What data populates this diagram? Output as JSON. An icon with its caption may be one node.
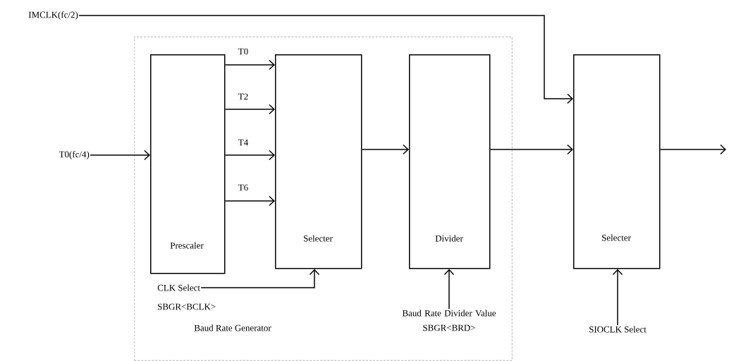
{
  "diagram": {
    "nodes": [
      {
        "text": [
          "Baud Rate Generator"
        ]
      },
      {
        "text": [
          "Prescaler"
        ],
        "in": 0
      },
      {
        "text": [
          "Selecter"
        ],
        "in": 0
      },
      {
        "text": [
          "Divider"
        ],
        "in": 0
      },
      {
        "text": [
          "Selecter"
        ]
      },
      {
        "text": [
          "IMCLK(fc/2)"
        ]
      },
      {
        "text": [
          "T0(fc/4)"
        ]
      },
      {
        "text": [
          "CLK Select"
        ],
        "beside": [
          "SBGR<BCLK>"
        ],
        "in": 0
      },
      {
        "text": [
          "Baud Rate Divider Value"
        ],
        "in": 0
      },
      {
        "text": [
          "SIOCLK Select"
        ]
      }
    ],
    "edges": [
      {
        "from": 5,
        "to": 4,
        "arrow": "to"
      },
      {
        "from": 6,
        "to": 1,
        "arrow": "to"
      },
      {
        "from": 1,
        "to": 2,
        "arrow": "to",
        "label": "T0"
      },
      {
        "from": 1,
        "to": 2,
        "arrow": "to",
        "label": "T2"
      },
      {
        "from": 1,
        "to": 2,
        "arrow": "to",
        "label": "T4"
      },
      {
        "from": 1,
        "to": 2,
        "arrow": "to",
        "label": "T6"
      },
      {
        "from": 2,
        "to": 3,
        "arrow": "to"
      },
      {
        "from": 3,
        "to": 4,
        "arrow": "to"
      },
      {
        "from": 4,
        "to": null,
        "arrow": "to"
      },
      {
        "from": 7,
        "to": 2,
        "arrow": "to"
      },
      {
        "from": 8,
        "to": 3,
        "arrow": "to"
      },
      {
        "from": 9,
        "to": 4,
        "arrow": "to"
      }
    ],
    "labels": [
      "SBGR<BRD>"
    ]
  }
}
